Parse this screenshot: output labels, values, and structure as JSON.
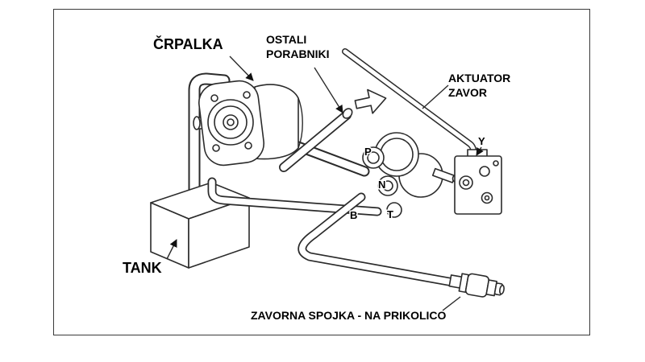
{
  "labels": {
    "pump": "ČRPALKA",
    "other_consumers": [
      "OSTALI",
      "PORABNIKI"
    ],
    "actuator": [
      "AKTUATOR",
      "ZAVOR"
    ],
    "tank": "TANK",
    "coupling": "ZAVORNA SPOJKA - NA PRIKOLICO",
    "port_p": "P",
    "port_n": "N",
    "port_b": "B",
    "port_t": "T",
    "port_y": "Y"
  },
  "colors": {
    "line": "#2b2b2b",
    "text": "#000000",
    "background": "#ffffff"
  }
}
